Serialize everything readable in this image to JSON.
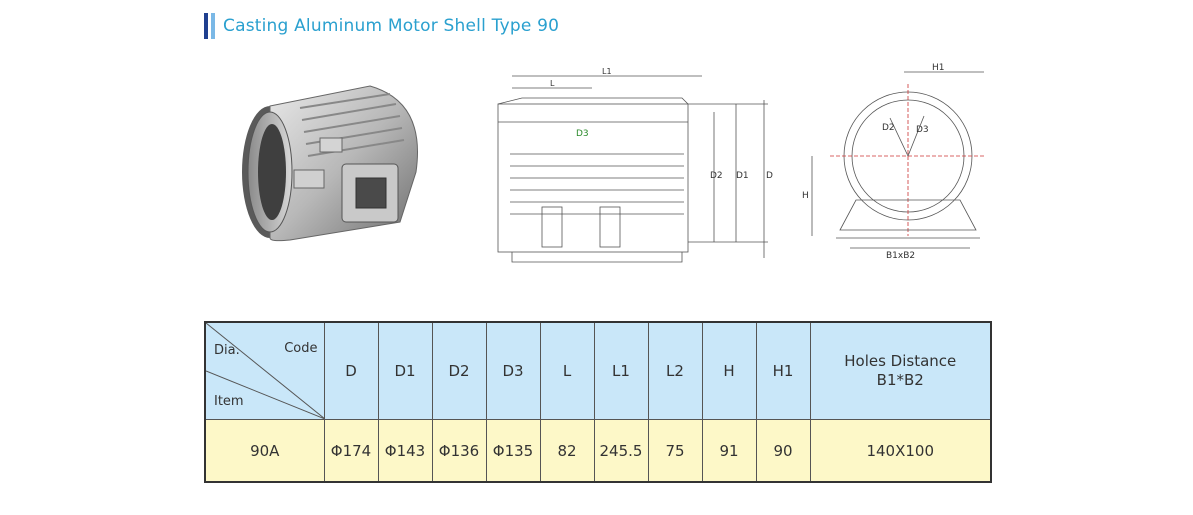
{
  "title": "Casting Aluminum Motor Shell Type 90",
  "drawing_side": {
    "labels": {
      "l1": "L1",
      "l": "L",
      "d3": "D3",
      "d2": "D2",
      "d1": "D1",
      "d": "D"
    }
  },
  "drawing_front": {
    "labels": {
      "h1": "H1",
      "d2": "D2",
      "d3": "D3",
      "h": "H",
      "b1xb2": "B1xB2"
    }
  },
  "table": {
    "corner": {
      "dia": "Dia.",
      "code": "Code",
      "item": "Item"
    },
    "headers": [
      "D",
      "D1",
      "D2",
      "D3",
      "L",
      "L1",
      "L2",
      "H",
      "H1"
    ],
    "holes_header": {
      "line1": "Holes Distance",
      "line2": "B1*B2"
    },
    "row": {
      "item": "90A",
      "values": [
        "Φ174",
        "Φ143",
        "Φ136",
        "Φ135",
        "82",
        "245.5",
        "75",
        "91",
        "90"
      ],
      "holes": "140X100"
    }
  }
}
